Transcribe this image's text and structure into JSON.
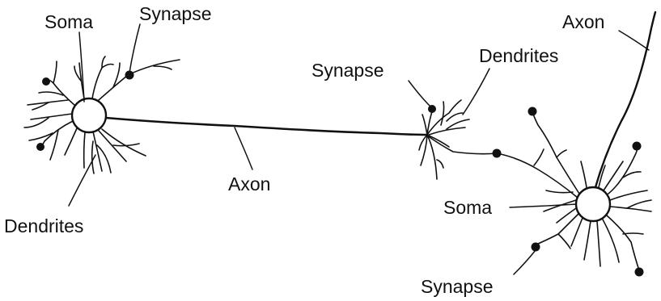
{
  "labels": {
    "soma_left": "Soma",
    "synapse_top_left": "Synapse",
    "dendrites_left": "Dendrites",
    "axon_middle": "Axon",
    "synapse_middle": "Synapse",
    "dendrites_middle": "Dendrites",
    "axon_top_right": "Axon",
    "soma_right": "Soma",
    "synapse_bottom_right": "Synapse"
  },
  "colors": {
    "ink": "#111111",
    "background": "#ffffff"
  }
}
